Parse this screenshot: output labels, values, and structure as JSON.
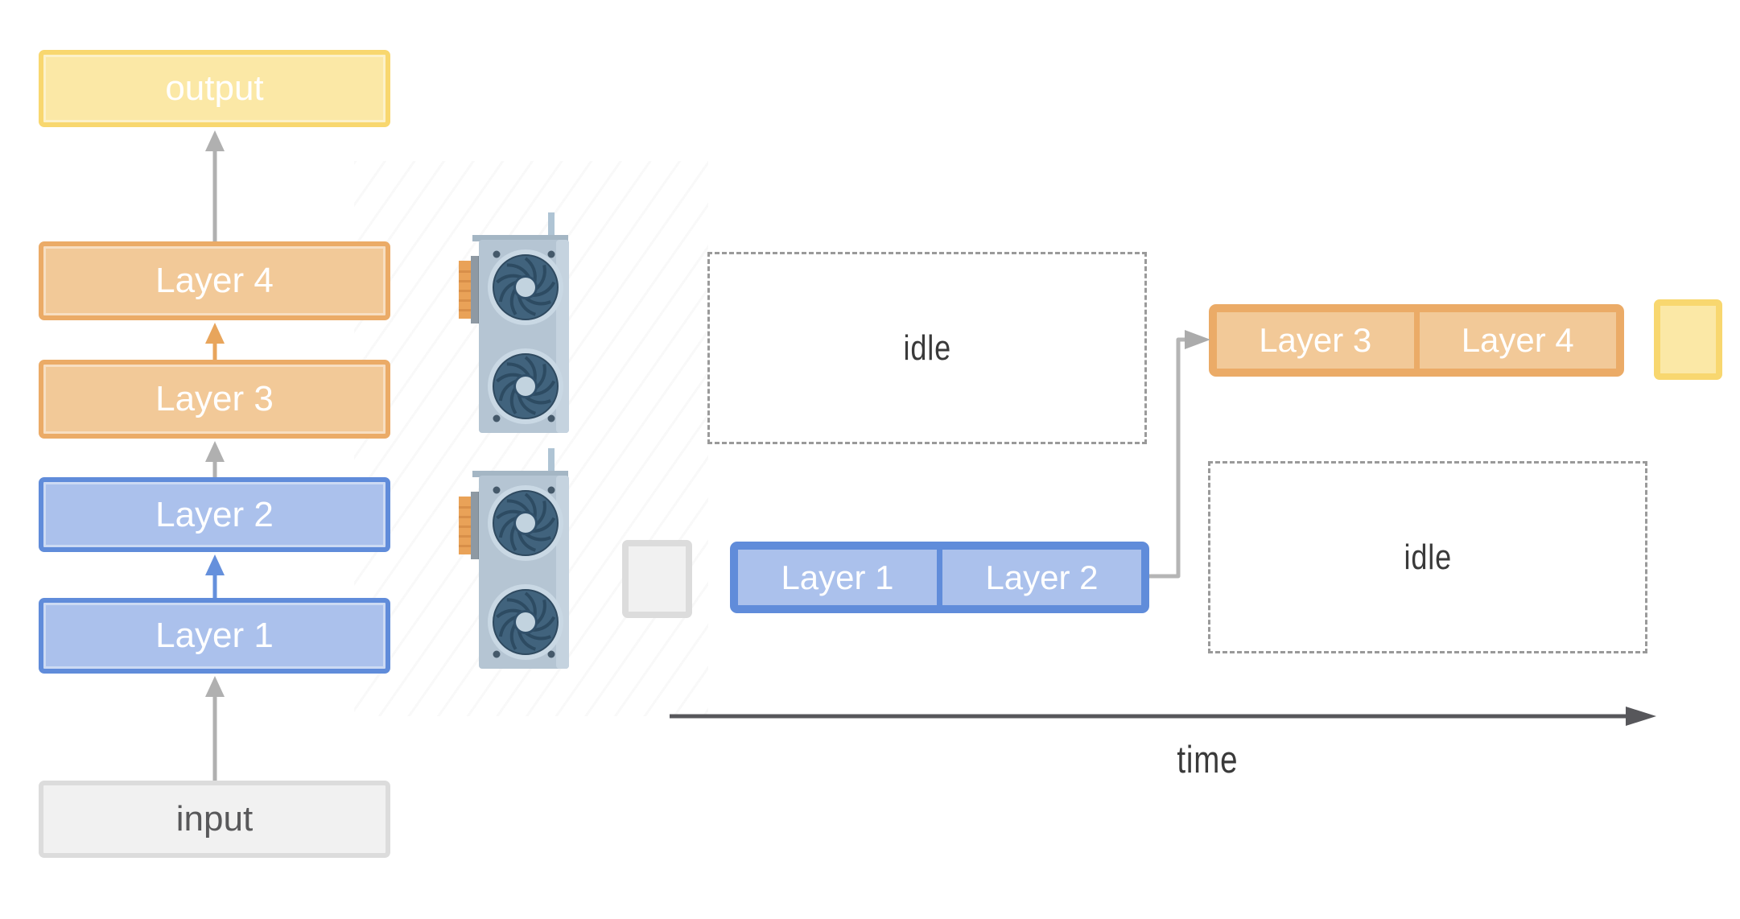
{
  "stack": {
    "boxes": [
      {
        "label": "output",
        "variant": "yellow"
      },
      {
        "label": "Layer 4",
        "variant": "orange"
      },
      {
        "label": "Layer 3",
        "variant": "orange"
      },
      {
        "label": "Layer 2",
        "variant": "blue"
      },
      {
        "label": "Layer 1",
        "variant": "blue"
      },
      {
        "label": "input",
        "variant": "gray"
      }
    ]
  },
  "gpus": {
    "icon": "gpu-card-icon",
    "count": 2
  },
  "timeline": {
    "rows": [
      {
        "device": "gpu-2",
        "idle_label": "idle",
        "segments": [
          {
            "label": "Layer 3"
          },
          {
            "label": "Layer 4"
          }
        ],
        "end_token": "output-token"
      },
      {
        "device": "gpu-1",
        "idle_label": "idle",
        "segments": [
          {
            "label": "Layer 1"
          },
          {
            "label": "Layer 2"
          }
        ],
        "start_token": "input-token"
      }
    ],
    "axis_label": "time"
  },
  "colors": {
    "yellow_fill": "#FBE8A6",
    "yellow_border": "#F8D76F",
    "orange_fill": "#F2C998",
    "orange_border": "#EBAB67",
    "blue_fill": "#ABC1EC",
    "blue_border": "#608CDA",
    "gray_fill": "#F1F1F1",
    "gray_border": "#DCDCDC",
    "arrow_gray": "#B0B0B0",
    "arrow_orange": "#E8A55C",
    "arrow_blue": "#6590DC",
    "dashed_border": "#9A9A9A",
    "axis": "#57575B",
    "connector": "#B5B5B5",
    "text_light": "#FFFFFF",
    "text_dark": "#58585A"
  }
}
